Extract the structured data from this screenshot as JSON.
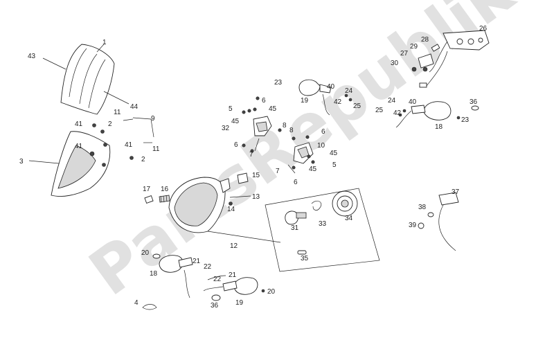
{
  "watermark": "PartsRepublik",
  "callouts": [
    "1",
    "2",
    "3",
    "4",
    "5",
    "6",
    "7",
    "8",
    "9",
    "10",
    "11",
    "12",
    "13",
    "14",
    "15",
    "16",
    "17",
    "18",
    "19",
    "20",
    "21",
    "22",
    "23",
    "24",
    "25",
    "26",
    "27",
    "28",
    "29",
    "30",
    "31",
    "32",
    "33",
    "34",
    "35",
    "36",
    "37",
    "38",
    "39",
    "40",
    "41",
    "42",
    "43",
    "44",
    "45"
  ]
}
